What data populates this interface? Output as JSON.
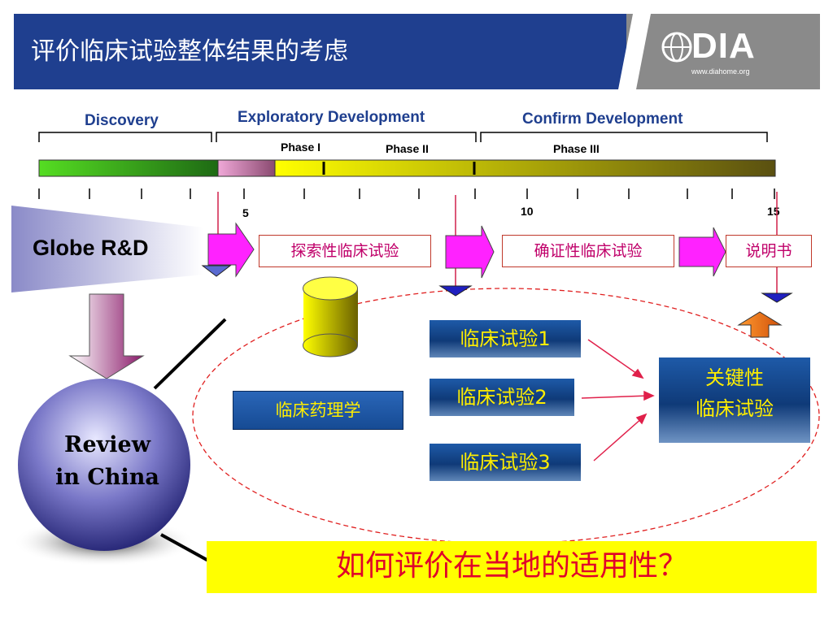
{
  "title": "评价临床试验整体结果的考虑",
  "logo": {
    "text": "DIA",
    "url": "www.diahome.org"
  },
  "stages": {
    "discovery": "Discovery",
    "exploratory": "Exploratory Development",
    "confirm": "Confirm Development"
  },
  "phases": {
    "p1": "Phase I",
    "p2": "Phase II",
    "p3": "Phase III"
  },
  "timeline_numbers": {
    "n5": "5",
    "n10": "10",
    "n15": "15"
  },
  "globe_label": "Globe R&D",
  "flow_boxes": {
    "exploratory_trial": "探索性临床试验",
    "confirmatory_trial": "确证性临床试验",
    "label_insert": "说明书"
  },
  "trials": {
    "t1": "临床试验1",
    "t2": "临床试验2",
    "t3": "临床试验3"
  },
  "pharmacology": "临床药理学",
  "key_trial": {
    "line1": "关键性",
    "line2": "临床试验"
  },
  "review": {
    "line1": "Review",
    "line2": "in China"
  },
  "question": "如何评价在当地的适用性？",
  "colors": {
    "title_bg": "#1f3f8f",
    "logo_bg": "#8a8a8a",
    "accent_red": "#e0002a",
    "magenta": "#ff00ff",
    "yellow": "#ffff00"
  }
}
